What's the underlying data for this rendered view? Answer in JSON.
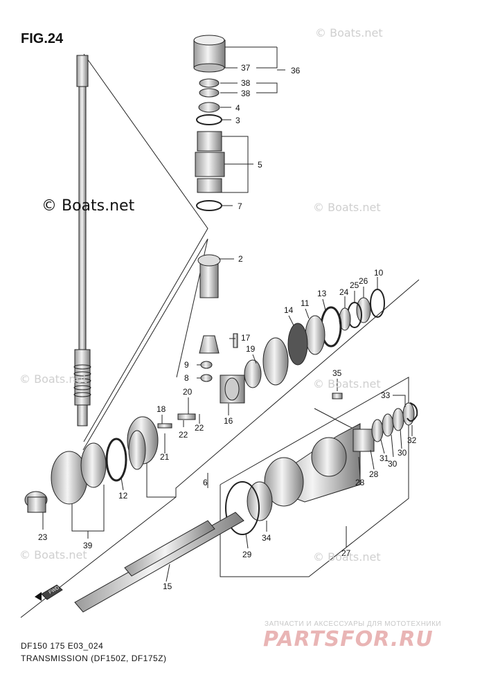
{
  "figure": {
    "title": "FIG.24",
    "code": "DF150 175 E03_024",
    "caption": "TRANSMISSION (DF150Z, DF175Z)",
    "fwd_label": "FWD"
  },
  "watermarks": {
    "main": "© Boats.net",
    "faint": "© Boats.net",
    "parts_tagline": "ЗАПЧАСТИ И АКСЕССУАРЫ ДЛЯ МОТОТЕХНИКИ",
    "parts_logo": "PARTSFOR.RU"
  },
  "callouts": [
    {
      "id": "c37",
      "text": "37"
    },
    {
      "id": "c36",
      "text": "36"
    },
    {
      "id": "c38a",
      "text": "38"
    },
    {
      "id": "c38b",
      "text": "38"
    },
    {
      "id": "c4",
      "text": "4"
    },
    {
      "id": "c3",
      "text": "3"
    },
    {
      "id": "c5",
      "text": "5"
    },
    {
      "id": "c7",
      "text": "7"
    },
    {
      "id": "c2",
      "text": "2"
    },
    {
      "id": "c10",
      "text": "10"
    },
    {
      "id": "c26",
      "text": "26"
    },
    {
      "id": "c25",
      "text": "25"
    },
    {
      "id": "c24",
      "text": "24"
    },
    {
      "id": "c13",
      "text": "13"
    },
    {
      "id": "c11",
      "text": "11"
    },
    {
      "id": "c14",
      "text": "14"
    },
    {
      "id": "c17",
      "text": "17"
    },
    {
      "id": "c19",
      "text": "19"
    },
    {
      "id": "c9",
      "text": "9"
    },
    {
      "id": "c8",
      "text": "8"
    },
    {
      "id": "c35",
      "text": "35"
    },
    {
      "id": "c20",
      "text": "20"
    },
    {
      "id": "c16",
      "text": "16"
    },
    {
      "id": "c18",
      "text": "18"
    },
    {
      "id": "c22a",
      "text": "22"
    },
    {
      "id": "c22b",
      "text": "22"
    },
    {
      "id": "c21",
      "text": "21"
    },
    {
      "id": "c33",
      "text": "33"
    },
    {
      "id": "c32",
      "text": "32"
    },
    {
      "id": "c30a",
      "text": "30"
    },
    {
      "id": "c30b",
      "text": "30"
    },
    {
      "id": "c31",
      "text": "31"
    },
    {
      "id": "c28a",
      "text": "28"
    },
    {
      "id": "c28b",
      "text": "28"
    },
    {
      "id": "c12",
      "text": "12"
    },
    {
      "id": "c6",
      "text": "6"
    },
    {
      "id": "c23",
      "text": "23"
    },
    {
      "id": "c39",
      "text": "39"
    },
    {
      "id": "c34",
      "text": "34"
    },
    {
      "id": "c29",
      "text": "29"
    },
    {
      "id": "c27",
      "text": "27"
    },
    {
      "id": "c15",
      "text": "15"
    }
  ]
}
